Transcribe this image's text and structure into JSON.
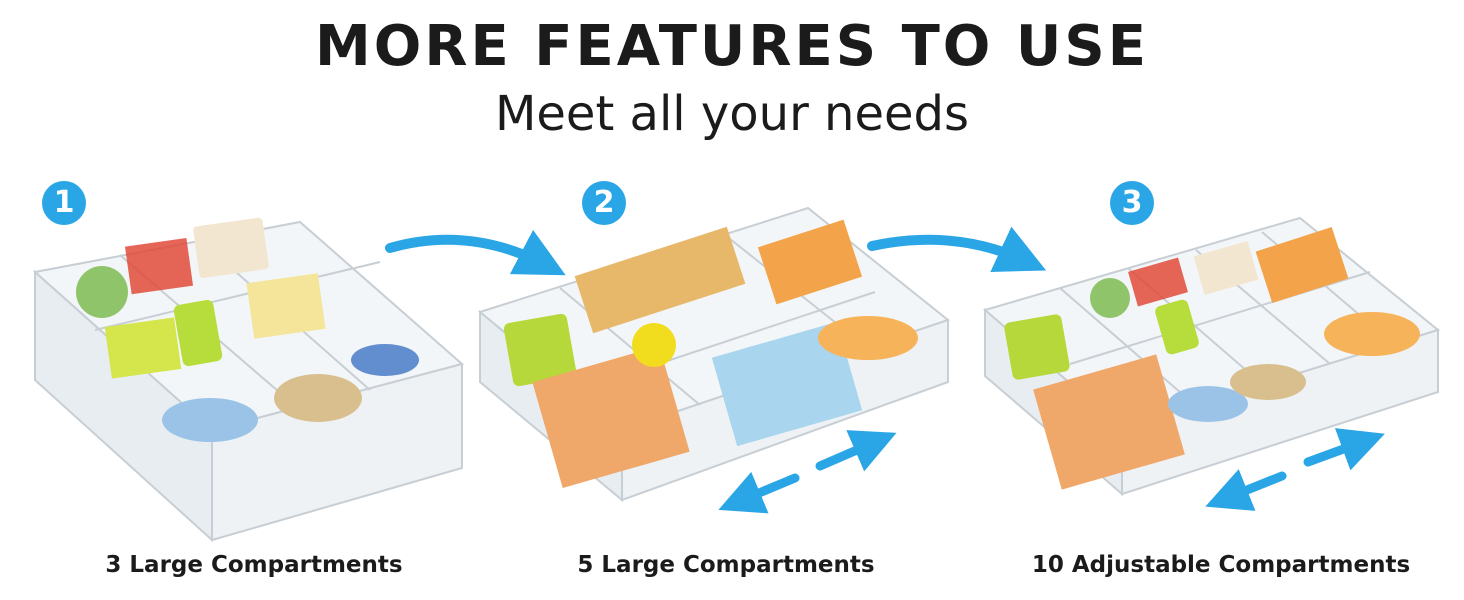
{
  "header": {
    "title": "MORE FEATURES TO USE",
    "subtitle": "Meet all your needs"
  },
  "steps": [
    {
      "number": "1",
      "caption": "3 Large Compartments"
    },
    {
      "number": "2",
      "caption": "5 Large Compartments"
    },
    {
      "number": "3",
      "caption": "10 Adjustable Compartments"
    }
  ],
  "colors": {
    "accent": "#2aa6e6",
    "text": "#1b1b1b",
    "background": "#ffffff"
  }
}
